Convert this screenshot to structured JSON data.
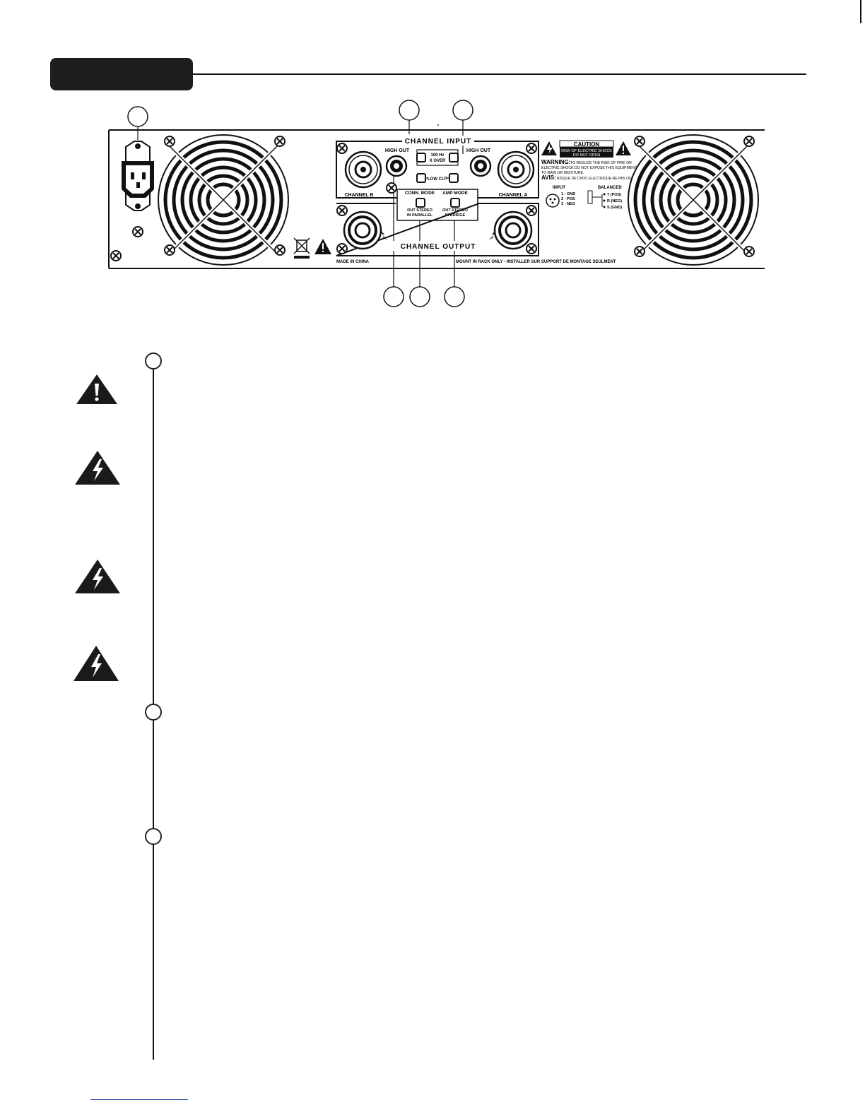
{
  "panel": {
    "channel_input_label": "CHANNEL INPUT",
    "channel_output_label": "CHANNEL OUTPUT",
    "channel_b_label": "CHANNEL B",
    "channel_a_label": "CHANNEL A",
    "high_out_label": "HIGH OUT",
    "xover_line1": "100 Hz",
    "xover_line2": "X OVER",
    "low_cut_label": "LOW CUT",
    "conn_mode_label": "CONN. MODE",
    "amp_mode_label": "AMP MODE",
    "conn_mode_opt1": "OUT STEREO",
    "conn_mode_opt2": "IN PARALLEL",
    "amp_mode_opt1": "OUT STEREO",
    "amp_mode_opt2": "IN BRIDGE",
    "caution_title": "CAUTION",
    "caution_line1": "RISK OF ELECTRIC SHOCK",
    "caution_line2": "DO NOT OPEN",
    "warning_label": "WARNING:",
    "warning_text1": "TO REDUCE THE RISK OF FIRE OR",
    "warning_text2": "ELECTRIC SHOCK DO NOT EXPOSE THIS EQUIPMENT",
    "warning_text3": "TO RAIN OR MOISTURE.",
    "avis_label": "AVIS:",
    "avis_text": "RISQUE DE CHOC ELECTRIQUE-NE PAS OUVRIR",
    "input_label": "INPUT",
    "pin1": "1 - GND",
    "pin2": "2 - POS",
    "pin3": "3 - NEG",
    "balanced_label": "BALANCED",
    "bal_t": "T (POS)",
    "bal_r": "R (NEG)",
    "bal_s": "S (GND)",
    "made_in": "MADE IN CHINA",
    "rack_note": "MOUNT IN RACK ONLY - INSTALLER SUR SUPPORT DE MONTAGE SEULMENT"
  }
}
